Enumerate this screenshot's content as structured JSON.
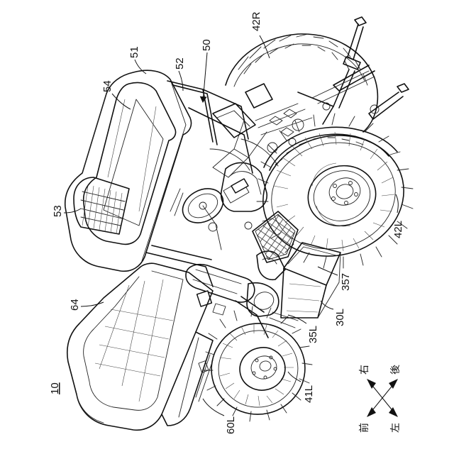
{
  "figure": {
    "title": "10",
    "labels": {
      "l50": "50",
      "l51": "51",
      "l52": "52",
      "l53": "53",
      "l54": "54",
      "l64": "64",
      "l42R": "42R",
      "l42L": "42L",
      "l357": "357",
      "l30L": "30L",
      "l35L": "35L",
      "l41L": "41L",
      "l60L": "60L"
    },
    "directions": {
      "front": "前",
      "rear": "後",
      "left": "左",
      "right": "右"
    }
  }
}
